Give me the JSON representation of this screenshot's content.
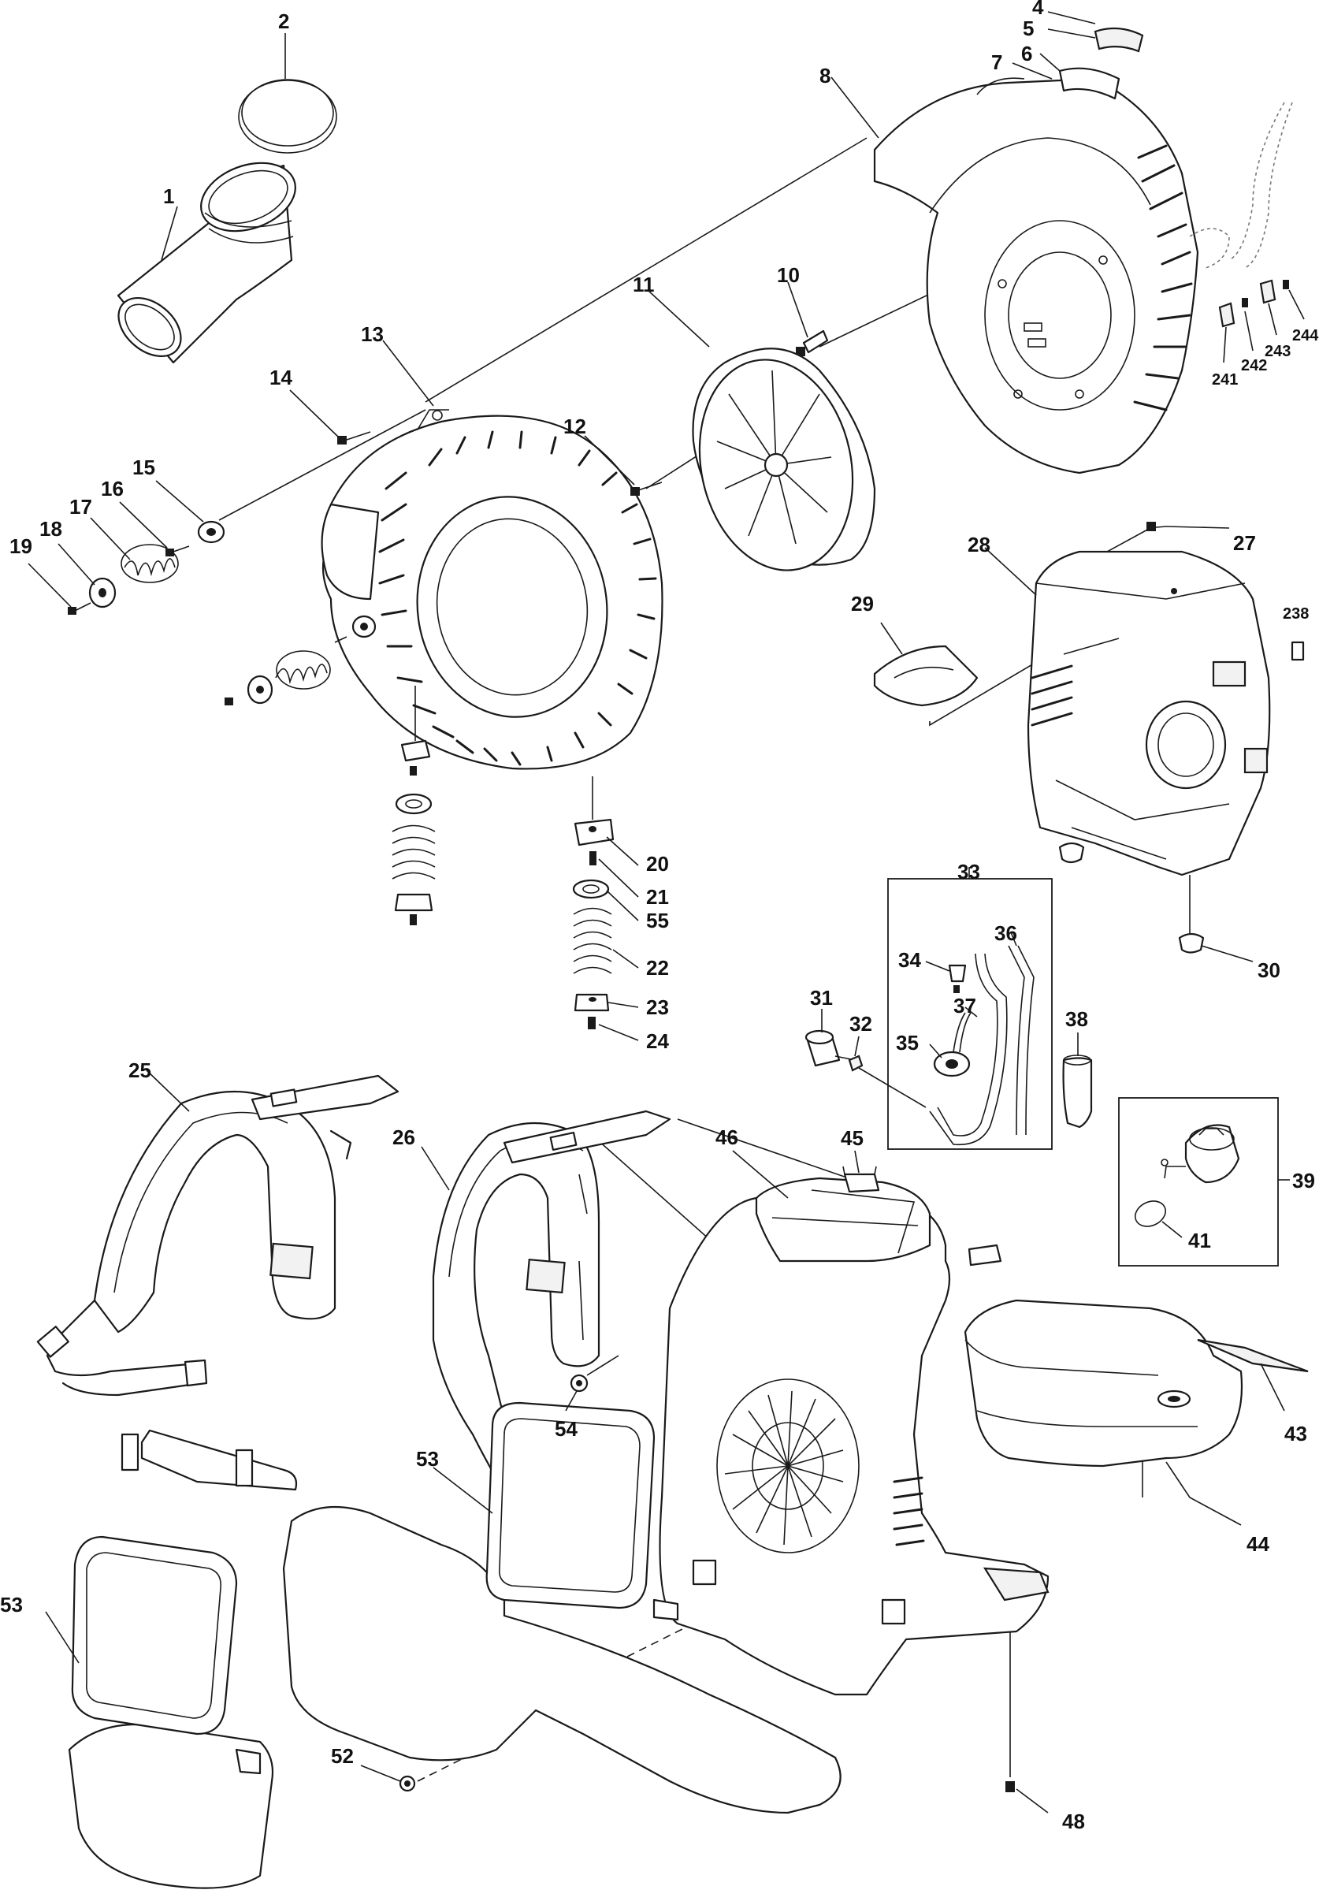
{
  "labels": {
    "p1": "1",
    "p2": "2",
    "p4": "4",
    "p5": "5",
    "p6": "6",
    "p7": "7",
    "p8": "8",
    "p10": "10",
    "p11": "11",
    "p12": "12",
    "p13": "13",
    "p14": "14",
    "p15": "15",
    "p16": "16",
    "p17": "17",
    "p18": "18",
    "p19": "19",
    "p20": "20",
    "p21": "21",
    "p55": "55",
    "p22": "22",
    "p23": "23",
    "p24": "24",
    "p25": "25",
    "p26": "26",
    "p27": "27",
    "p28": "28",
    "p29": "29",
    "p30": "30",
    "p31": "31",
    "p32": "32",
    "p33": "33",
    "p34": "34",
    "p35": "35",
    "p36": "36",
    "p37": "37",
    "p38": "38",
    "p39": "39",
    "p41": "41",
    "p43": "43",
    "p44": "44",
    "p45": "45",
    "p46": "46",
    "p48": "48",
    "p52": "52",
    "p53a": "53",
    "p53b": "53",
    "p54": "54",
    "p238": "238",
    "p241": "241",
    "p242": "242",
    "p243": "243",
    "p244": "244"
  }
}
